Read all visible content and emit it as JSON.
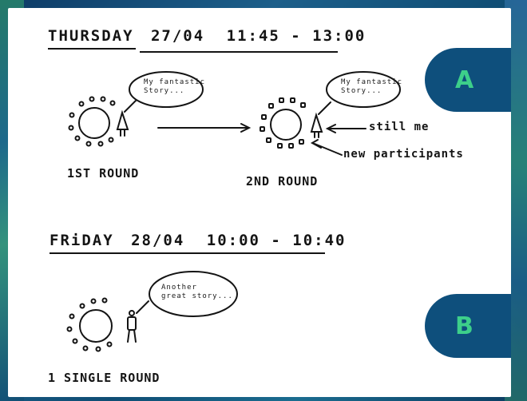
{
  "tabs": {
    "a": "A",
    "b": "B"
  },
  "thursday": {
    "heading_day": "THURSDAY",
    "heading_date": "27/04",
    "heading_time": "11:45 - 13:00",
    "bubble_1": "My fantastic\nStory...",
    "bubble_2": "My fantastic\nStory...",
    "round_1": "1ST ROUND",
    "round_2": "2ND ROUND",
    "note_still_me": "still me",
    "note_new": "new participants"
  },
  "friday": {
    "heading_day": "FRiDAY",
    "heading_date": "28/04",
    "heading_time": "10:00 - 10:40",
    "bubble": "Another\ngreat story...",
    "round": "1 SINGLE ROUND"
  }
}
